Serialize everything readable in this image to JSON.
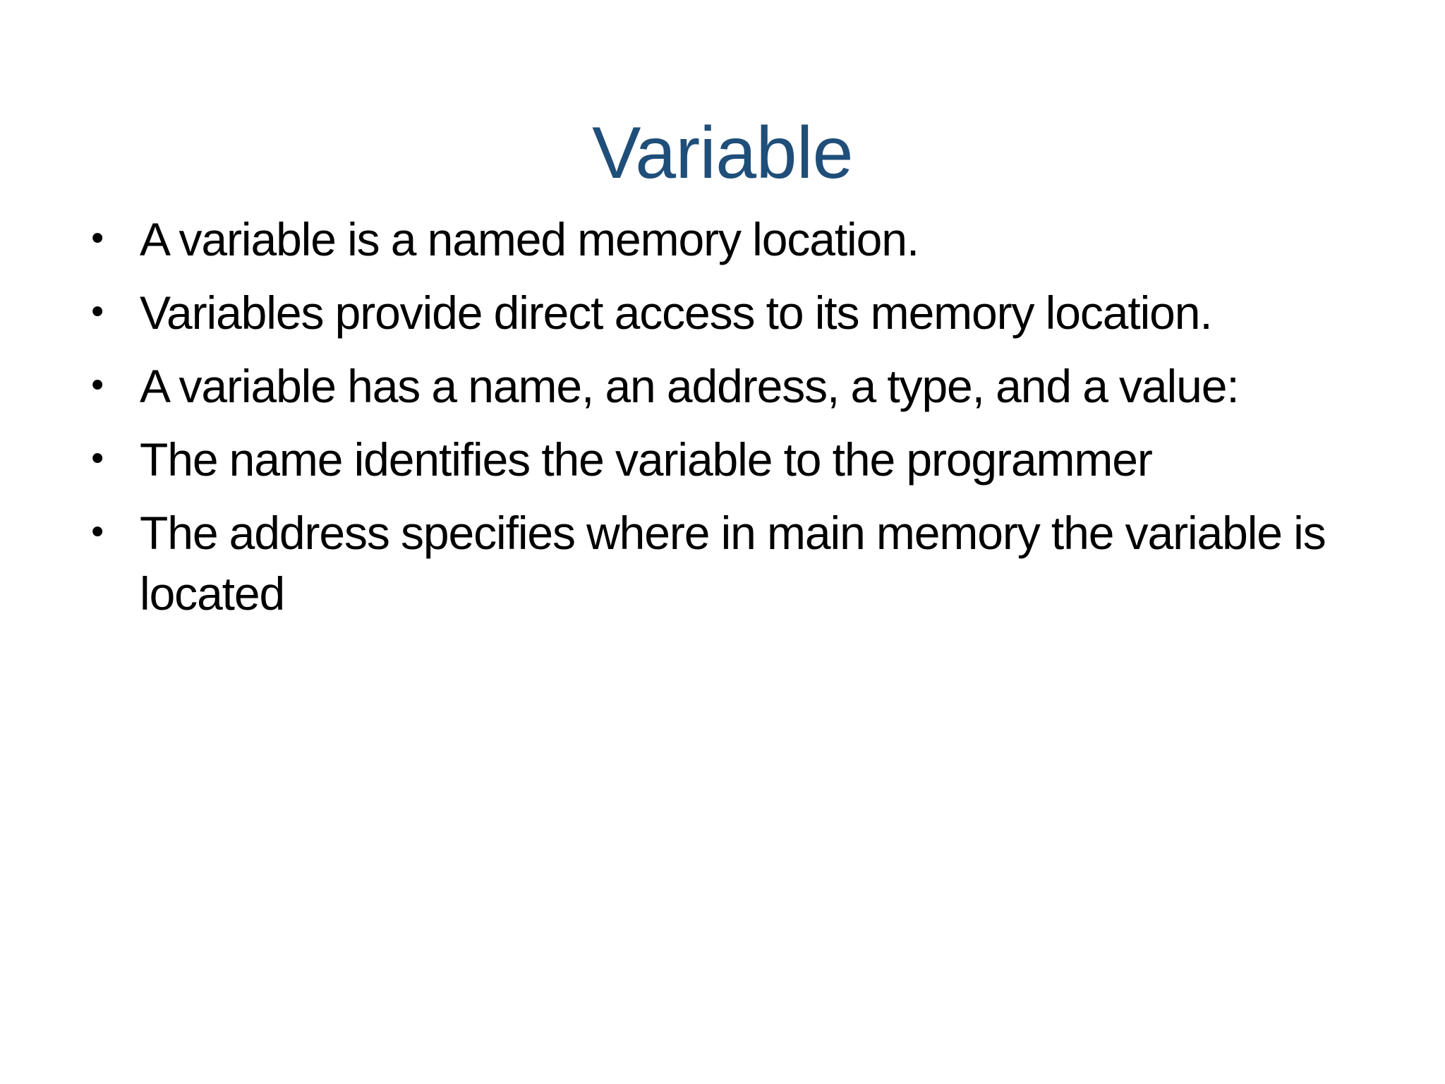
{
  "slide": {
    "background_color": "#ffffff",
    "title": "Variable",
    "title_color": "#1F4E79",
    "body_text_color": "#000000",
    "bullet_glyph": "•",
    "bullets": [
      {
        "text": "A variable is a named memory location."
      },
      {
        "text": "Variables provide direct access to its memory location."
      },
      {
        "text": "A variable has a name, an address, a type, and a value:"
      },
      {
        "text": "The name identifies the variable to the programmer"
      },
      {
        "text": "The address specifies where in main memory the variable is located"
      }
    ]
  }
}
